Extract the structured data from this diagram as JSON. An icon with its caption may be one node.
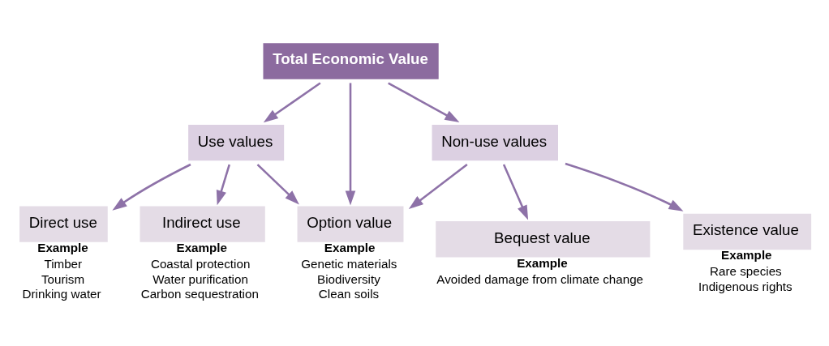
{
  "diagram": {
    "nodes": [
      {
        "text": [
          "Total Economic Value"
        ]
      },
      {
        "text": [
          "Use values"
        ]
      },
      {
        "text": [
          "Non-use values"
        ]
      },
      {
        "text": [
          "Direct use"
        ],
        "beside": [
          "Example",
          "Timber",
          "Tourism",
          "Drinking water"
        ]
      },
      {
        "text": [
          "Indirect use"
        ],
        "beside": [
          "Example",
          "Coastal protection",
          "Water purification",
          "Carbon sequestration"
        ]
      },
      {
        "text": [
          "Option value"
        ],
        "beside": [
          "Example",
          "Genetic materials",
          "Biodiversity",
          "Clean soils"
        ]
      },
      {
        "text": [
          "Bequest value"
        ],
        "beside": [
          "Example",
          "Avoided damage from climate change"
        ]
      },
      {
        "text": [
          "Existence value"
        ],
        "beside": [
          "Example",
          "Rare species",
          "Indigenous rights"
        ]
      }
    ],
    "edges": [
      {
        "from": 0,
        "to": 1,
        "arrow": "to"
      },
      {
        "from": 0,
        "to": 5,
        "arrow": "to"
      },
      {
        "from": 0,
        "to": 2,
        "arrow": "to"
      },
      {
        "from": 1,
        "to": 3,
        "arrow": "to"
      },
      {
        "from": 1,
        "to": 4,
        "arrow": "to"
      },
      {
        "from": 1,
        "to": 5,
        "arrow": "to"
      },
      {
        "from": 2,
        "to": 5,
        "arrow": "to"
      },
      {
        "from": 2,
        "to": 6,
        "arrow": "to"
      },
      {
        "from": 2,
        "to": 7,
        "arrow": "to"
      }
    ]
  }
}
